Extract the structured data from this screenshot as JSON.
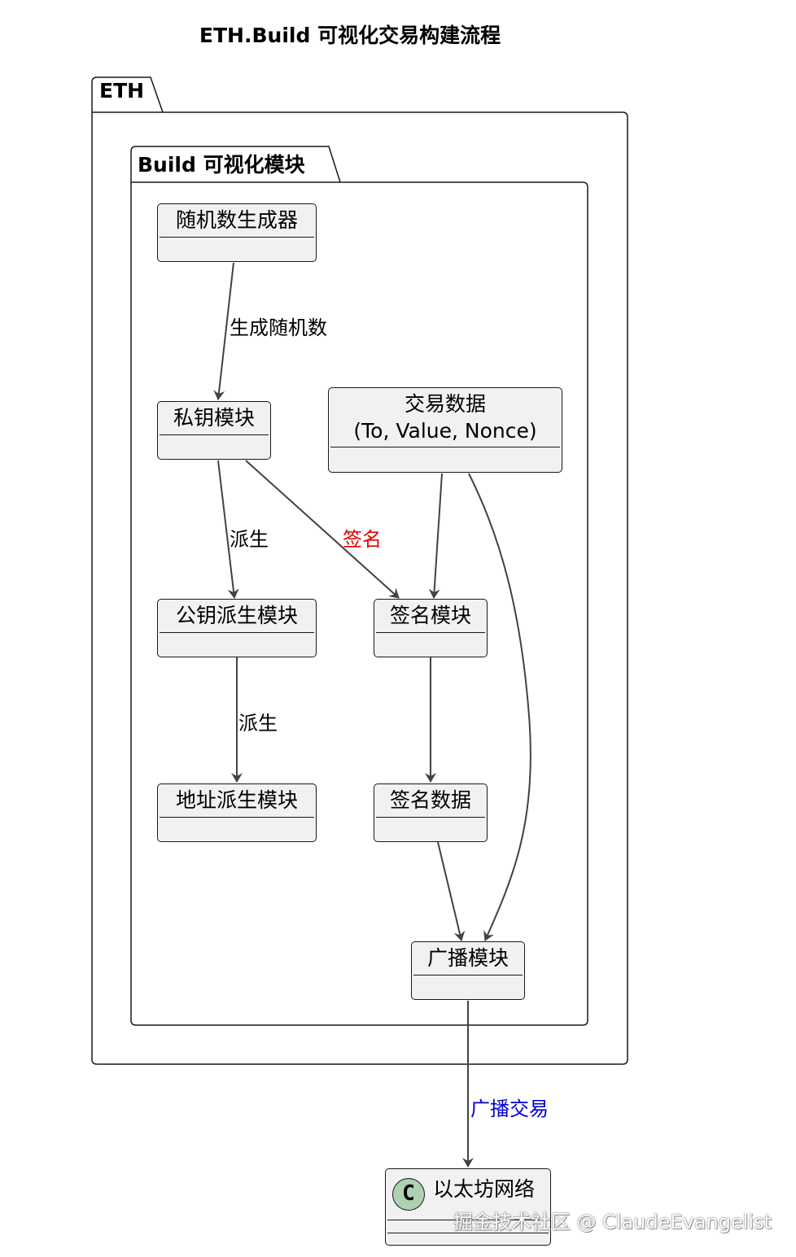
{
  "title": "ETH.Build 可视化交易构建流程",
  "packages": {
    "outer": "ETH",
    "inner": "Build 可视化模块"
  },
  "nodes": {
    "rng": "随机数生成器",
    "private_key": "私钥模块",
    "tx_data_line1": "交易数据",
    "tx_data_line2": "(To, Value, Nonce)",
    "pubkey": "公钥派生模块",
    "sign": "签名模块",
    "address": "地址派生模块",
    "signed_data": "签名数据",
    "broadcast": "广播模块",
    "network": "以太坊网络"
  },
  "network_icon": "C",
  "edges": {
    "gen_random": "生成随机数",
    "derive1": "派生",
    "sign": "签名",
    "derive2": "派生",
    "broadcast_tx": "广播交易"
  },
  "colors": {
    "sign_edge_label": "#e00000",
    "broadcast_edge_label": "#0000cc",
    "node_fill": "#f1f1f1",
    "class_icon_fill": "#add1b2"
  },
  "watermark": "掘金技术社区 @ ClaudeEvangelist"
}
